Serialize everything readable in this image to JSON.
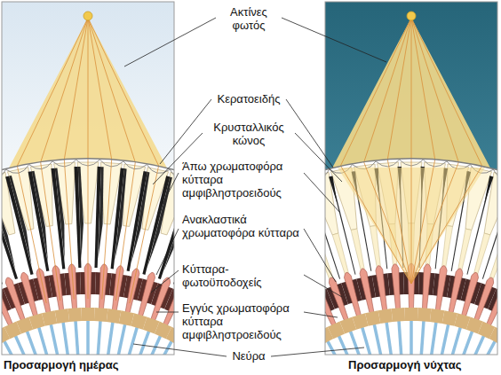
{
  "diagram": {
    "labels": [
      "Ακτίνες φωτός",
      "Κερατοειδής",
      "Κρυσταλλικός κώνος",
      "Άπω χρωματοφόρα κύτταρα αμφιβληστροειδούς",
      "Ανακλαστικά χρωματοφόρα κύτταρα",
      "Κύτταρα-φωτοϋποδοχείς",
      "Εγγύς χρωματοφόρα κύτταρα αμφιβληστροειδούς",
      "Νεύρα",
      "Προσαρμογή ημέρας",
      "Προσαρμογή νύχτας"
    ]
  }
}
